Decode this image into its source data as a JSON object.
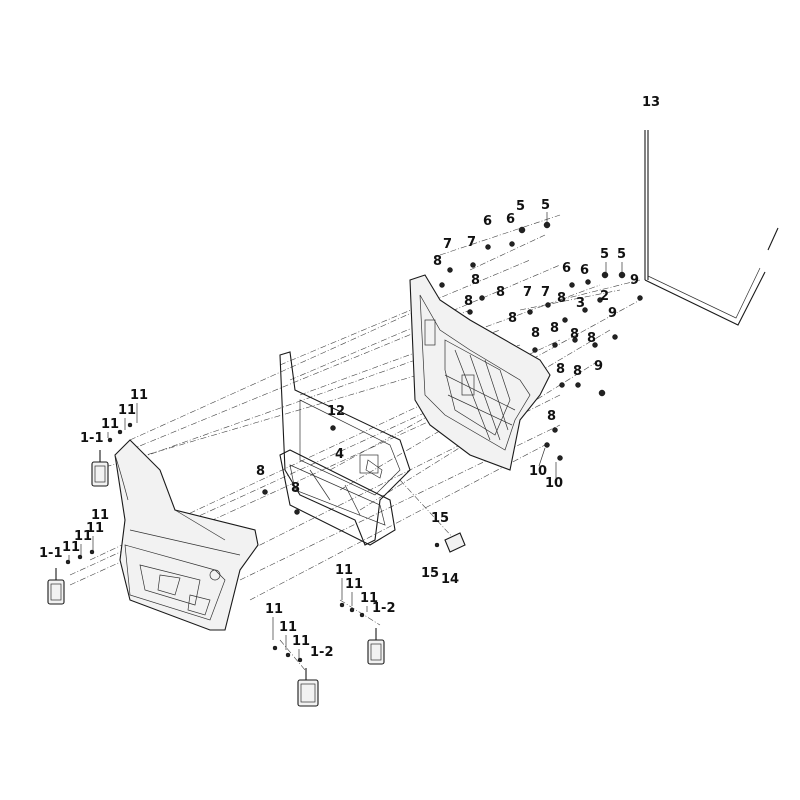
{
  "callouts": [
    {
      "text": "13"
    },
    {
      "text": "5"
    },
    {
      "text": "6"
    },
    {
      "text": "6"
    },
    {
      "text": "5"
    },
    {
      "text": "7"
    },
    {
      "text": "7"
    },
    {
      "text": "8"
    },
    {
      "text": "8"
    },
    {
      "text": "8"
    },
    {
      "text": "6"
    },
    {
      "text": "6"
    },
    {
      "text": "5"
    },
    {
      "text": "5"
    },
    {
      "text": "7"
    },
    {
      "text": "7"
    },
    {
      "text": "8"
    },
    {
      "text": "3"
    },
    {
      "text": "2"
    },
    {
      "text": "9"
    },
    {
      "text": "8"
    },
    {
      "text": "8"
    },
    {
      "text": "8"
    },
    {
      "text": "8"
    },
    {
      "text": "9"
    },
    {
      "text": "8"
    },
    {
      "text": "8"
    },
    {
      "text": "8"
    },
    {
      "text": "9"
    },
    {
      "text": "8"
    },
    {
      "text": "8"
    },
    {
      "text": "10"
    },
    {
      "text": "10"
    },
    {
      "text": "12"
    },
    {
      "text": "4"
    },
    {
      "text": "11"
    },
    {
      "text": "11"
    },
    {
      "text": "11"
    },
    {
      "text": "1-1"
    },
    {
      "text": "8"
    },
    {
      "text": "8"
    },
    {
      "text": "15"
    },
    {
      "text": "15"
    },
    {
      "text": "14"
    },
    {
      "text": "11"
    },
    {
      "text": "11"
    },
    {
      "text": "11"
    },
    {
      "text": "11"
    },
    {
      "text": "1-1"
    },
    {
      "text": "11"
    },
    {
      "text": "11"
    },
    {
      "text": "11"
    },
    {
      "text": "1-2"
    },
    {
      "text": "11"
    },
    {
      "text": "11"
    },
    {
      "text": "11"
    },
    {
      "text": "1-2"
    }
  ]
}
